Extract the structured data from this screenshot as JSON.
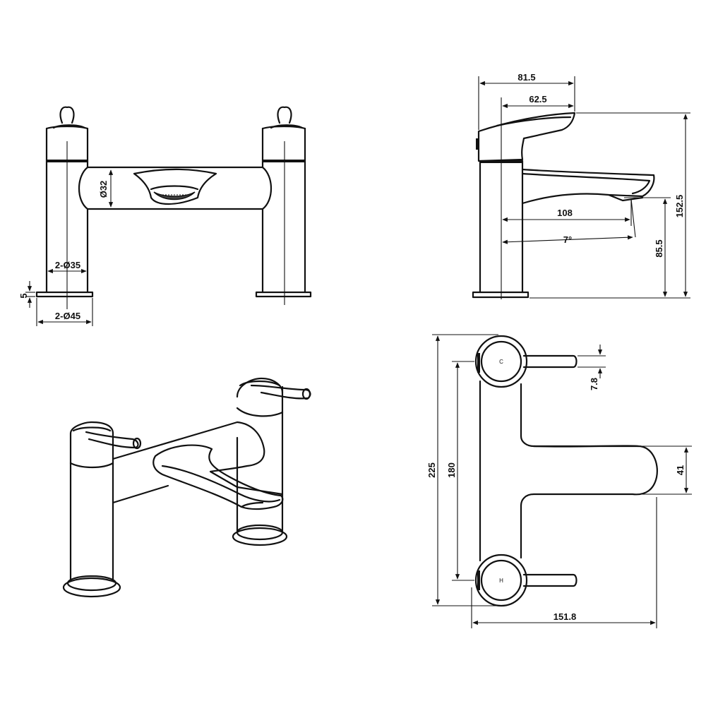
{
  "front_view": {
    "dim_body_diameter": "Ø32",
    "dim_pillar_diameter": "2-Ø35",
    "dim_base_diameter": "2-Ø45",
    "dim_base_height": "5"
  },
  "side_view": {
    "dim_total_depth": "81.5",
    "dim_handle_depth": "62.5",
    "dim_spout_reach": "108",
    "dim_spout_angle": "7°",
    "dim_spout_height": "85.5",
    "dim_total_height": "152.5"
  },
  "top_view": {
    "dim_handle_thickness": "7.8",
    "dim_spout_width": "41",
    "dim_overall_length": "225",
    "dim_centres": "180",
    "dim_overall_width": "151.8",
    "cold_label": "C",
    "hot_label": "H"
  }
}
